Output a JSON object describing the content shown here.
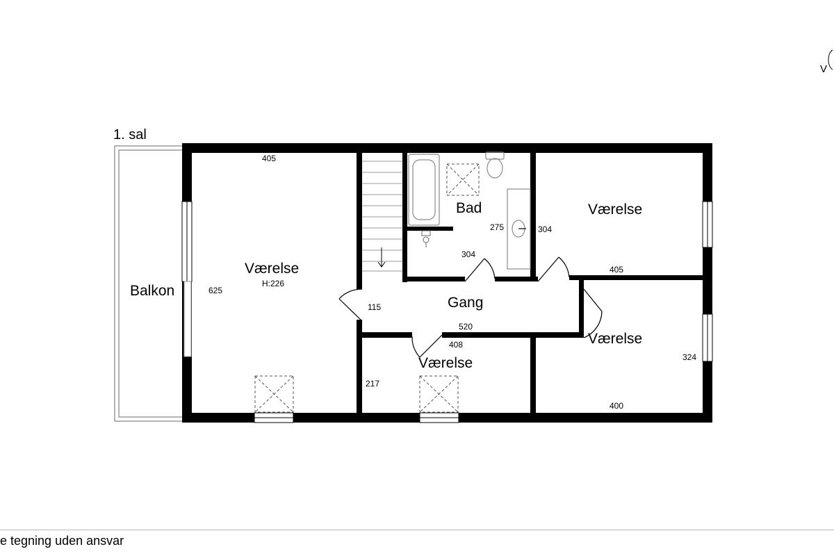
{
  "floor_label": "1. sal",
  "compass_glyph": "V",
  "rooms": {
    "master": {
      "name": "Værelse",
      "height": "H:226"
    },
    "balcony": {
      "name": "Balkon"
    },
    "bath": {
      "name": "Bad"
    },
    "hall": {
      "name": "Gang"
    },
    "room_tr": {
      "name": "Værelse"
    },
    "room_br": {
      "name": "Værelse"
    },
    "room_bm": {
      "name": "Værelse"
    }
  },
  "dimensions": {
    "master_width": "405",
    "master_depth": "625",
    "bath_width": "304",
    "bath_depth": "275",
    "room_tr_depth": "304",
    "room_tr_width": "405",
    "hall_depth": "115",
    "hall_width": "520",
    "room_bm_width": "408",
    "room_bm_depth": "217",
    "room_br_depth": "324",
    "room_br_width": "400"
  },
  "footer": "e tegning uden ansvar"
}
